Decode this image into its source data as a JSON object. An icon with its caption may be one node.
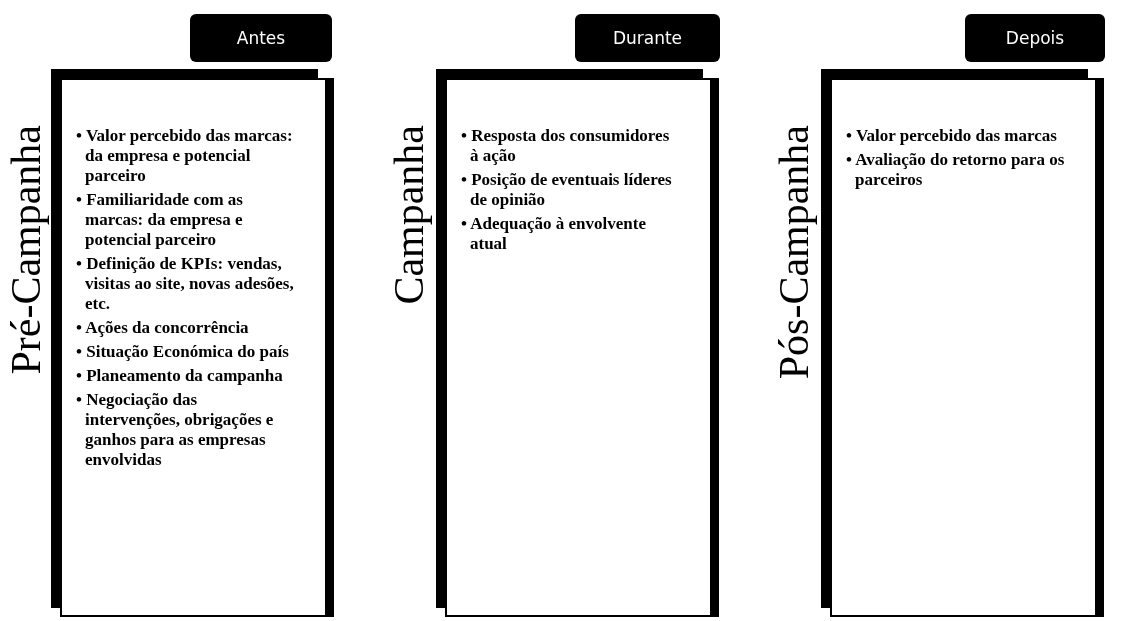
{
  "diagram": {
    "nodes": [
      {
        "text": [
          "Antes"
        ]
      },
      {
        "text": [
          "Pré-Campanha",
          "• Valor percebido das marcas: da empresa e potencial parceiro",
          "• Familiaridade com as marcas: da empresa e potencial parceiro",
          "• Definição de KPIs: vendas, visitas ao site, novas adesões, etc.",
          "• Ações da concorrência",
          "• Situação Económica do país",
          "• Planeamento da campanha",
          "• Negociação das intervenções, obrigações e ganhos para as empresas envolvidas"
        ]
      },
      {
        "text": [
          "Durante"
        ]
      },
      {
        "text": [
          "Campanha",
          "• Resposta dos consumidores à ação",
          "• Posição de eventuais líderes de opinião",
          "• Adequação à envolvente atual"
        ]
      },
      {
        "text": [
          "Depois"
        ]
      },
      {
        "text": [
          "Pós-Campanha",
          "• Valor percebido das marcas",
          "• Avaliação do retorno para os parceiros"
        ]
      }
    ]
  }
}
